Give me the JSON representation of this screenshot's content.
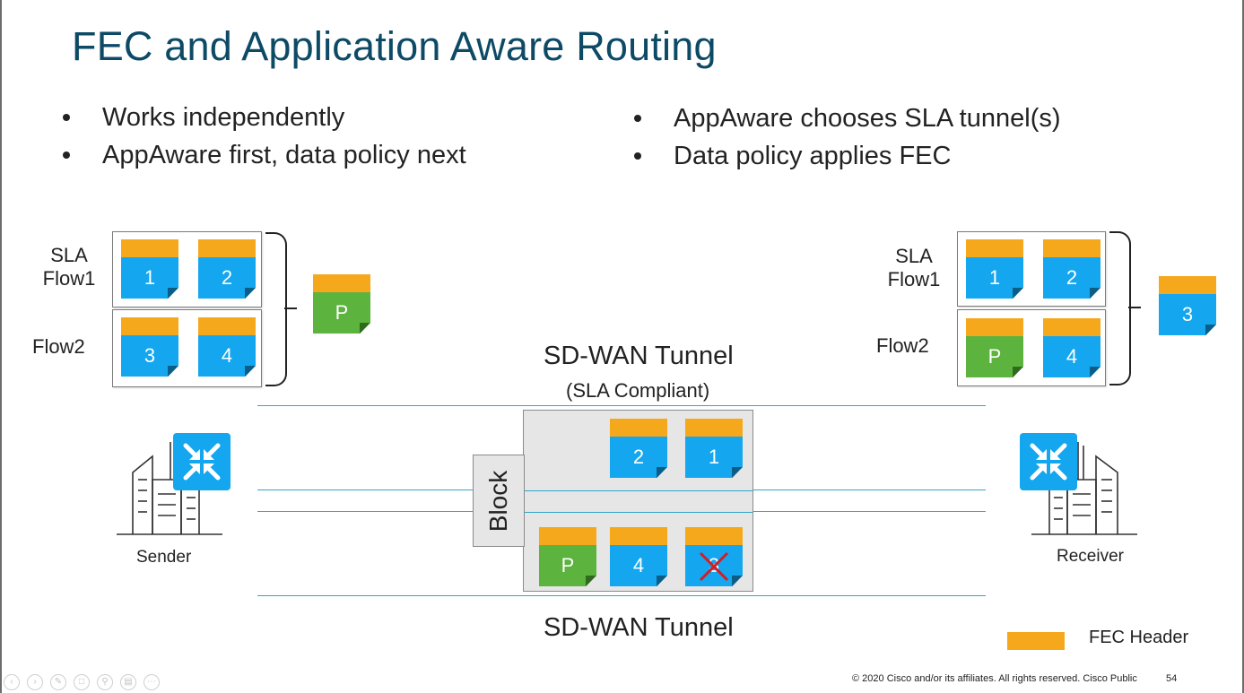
{
  "slide": {
    "title": "FEC and Application Aware Routing",
    "bullets_left": [
      "Works independently",
      "AppAware first, data policy next"
    ],
    "bullets_right": [
      "AppAware chooses SLA tunnel(s)",
      "Data policy applies FEC"
    ]
  },
  "sender": {
    "sla_label_line1": "SLA",
    "sla_label_line2": "Flow1",
    "flow2_label": "Flow2",
    "flow1_packets": [
      "1",
      "2"
    ],
    "flow2_packets": [
      "3",
      "4"
    ],
    "parity_packet": "P",
    "endpoint_label": "Sender"
  },
  "receiver": {
    "sla_label_line1": "SLA",
    "sla_label_line2": "Flow1",
    "flow2_label": "Flow2",
    "flow1_packets": [
      "1",
      "2"
    ],
    "flow2_packets": [
      "P",
      "4"
    ],
    "recovered_packet": "3",
    "endpoint_label": "Receiver"
  },
  "tunnel": {
    "top_label": "SD-WAN Tunnel",
    "top_sublabel": "(SLA Compliant)",
    "bottom_label": "SD-WAN Tunnel",
    "block_label": "Block",
    "block_top_packets": [
      "2",
      "1"
    ],
    "block_bottom_packets": [
      "P",
      "4",
      "3"
    ],
    "lost_packet": "3"
  },
  "legend": {
    "label": "FEC Header",
    "color": "#f6a81c"
  },
  "colors": {
    "packet_blue": "#14a6ee",
    "packet_green": "#5cb33e",
    "title": "#0d4a66",
    "tunnel_line": "#2fa7c8"
  },
  "footer": {
    "copyright": "© 2020  Cisco and/or its affiliates. All rights reserved.   Cisco Public",
    "page_number": "54"
  },
  "nav_icons": [
    "back-icon",
    "forward-icon",
    "pen-icon",
    "slides-icon",
    "zoom-icon",
    "subtitles-icon",
    "more-icon"
  ]
}
